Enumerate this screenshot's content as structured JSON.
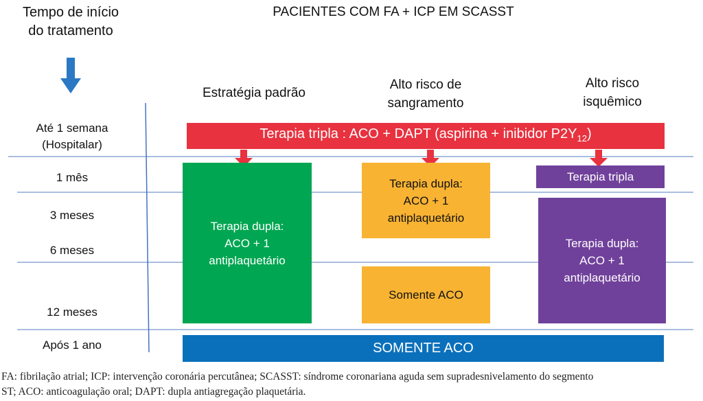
{
  "title": "PACIENTES COM FA + ICP EM SCASST",
  "time_header": [
    "Tempo de início",
    "do tratamento"
  ],
  "columns": {
    "standard": "Estratégia padrão",
    "bleeding": [
      "Alto risco de",
      "sangramento"
    ],
    "ischemic": [
      "Alto risco",
      "isquêmico"
    ]
  },
  "rows": {
    "week": [
      "Até 1 semana",
      "(Hospitalar)"
    ],
    "month1": "1 mês",
    "month3": "3 meses",
    "month6": "6 meses",
    "month12": "12 meses",
    "after1y": "Após 1 ano"
  },
  "boxes": {
    "triple_main": "Terapia tripla : ACO + DAPT (aspirina + inibidor P2Y",
    "triple_main_sub": "12",
    "triple_main_end": ")",
    "standard_dual": [
      "Terapia dupla:",
      "ACO + 1",
      "antiplaquetário"
    ],
    "bleeding_dual": [
      "Terapia dupla:",
      "ACO + 1",
      "antiplaquetário"
    ],
    "bleeding_aco": "Somente ACO",
    "ischemic_triple": "Terapia tripla",
    "ischemic_dual": [
      "Terapia dupla:",
      "ACO + 1",
      "antiplaquetário"
    ],
    "final_aco": "SOMENTE ACO"
  },
  "colors": {
    "red": "#e8323f",
    "green": "#00a651",
    "orange": "#f8b333",
    "purple": "#70419b",
    "blue": "#0b70bb",
    "arrow_blue": "#2b78c4"
  },
  "caption": [
    "FA: fibrilação atrial; ICP: intervenção coronária percutânea; SCASST: síndrome coronariana aguda sem supradesnivelamento do segmento",
    "ST; ACO: anticoagulação oral; DAPT: dupla antiagregação plaquetária."
  ]
}
